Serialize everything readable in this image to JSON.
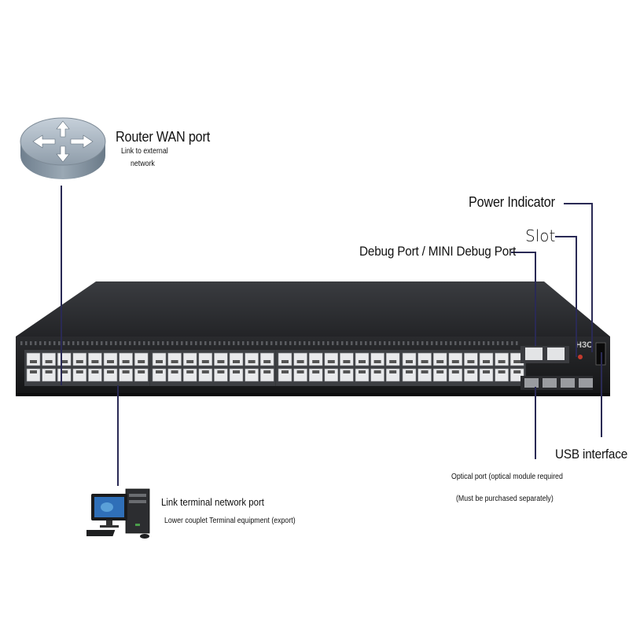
{
  "callouts": {
    "router_wan": {
      "title": "Router WAN port",
      "sub1": "Link to external",
      "sub2": "network"
    },
    "power_indicator": {
      "title": "Power Indicator"
    },
    "slot": {
      "title": "Slot"
    },
    "debug_port": {
      "title": "Debug Port / MINI Debug Port"
    },
    "usb": {
      "title": "USB interface"
    },
    "optical": {
      "line1": "Optical port (optical module required",
      "line2": "(Must be purchased separately)"
    },
    "link_terminal": {
      "title": "Link terminal network port",
      "sub": "Lower couplet Terminal equipment (export)"
    }
  },
  "switch": {
    "brand": "H3C",
    "port_groups": 4,
    "ports_per_group_row": 8,
    "rows": 2,
    "color_body": "#2b2d30",
    "color_face": "#1c1d1f",
    "color_port": "#e9eaec"
  },
  "icons": {
    "router": "router-icon",
    "computer": "desktop-computer-icon"
  }
}
